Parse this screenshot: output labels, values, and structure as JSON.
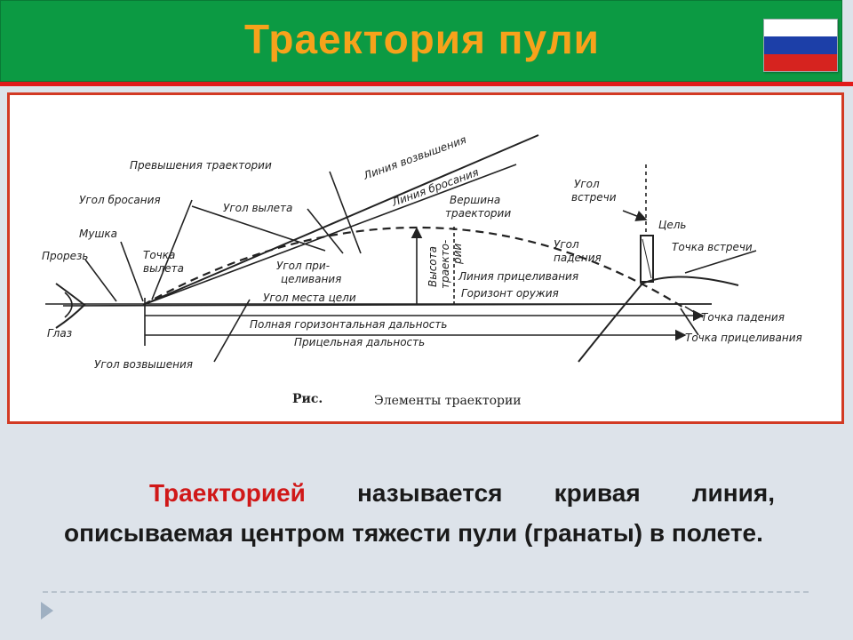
{
  "header": {
    "title": "Траектория пули",
    "flag_icon": "russian-flag-icon",
    "colors": {
      "bar": "#0c9a43",
      "title": "#f7a21b",
      "stripe": "#e21a1a"
    }
  },
  "figure": {
    "labels": {
      "line_elevation": "Линия возвышения",
      "line_throw": "Линия бросания",
      "excess": "Превышения траектории",
      "throw_angle": "Угол бросания",
      "departure_angle": "Угол вылета",
      "apex": "Вершина",
      "apex2": "траектории",
      "meet_angle": "Угол",
      "meet_angle2": "встречи",
      "target": "Цель",
      "meet_point": "Точка встречи",
      "front_sight": "Мушка",
      "slot": "Прорезь",
      "departure_point": "Точка",
      "departure_point2": "вылета",
      "aim_angle": "Угол при-",
      "aim_angle2": "целивания",
      "height": "Высота",
      "height2": "траекто-",
      "height3": "рии",
      "fall_angle": "Угол",
      "fall_angle2": "падения",
      "aim_line": "Линия прицеливания",
      "site_angle": "Угол места цели",
      "horizon": "Горизонт оружия",
      "full_range": "Полная горизонтальная дальность",
      "eye": "Глаз",
      "aim_range": "Прицельная дальность",
      "fall_point": "Точка падения",
      "aim_point": "Точка прицеливания",
      "elev_angle": "Угол возвышения"
    },
    "caption_prefix": "Рис.",
    "caption": "Элементы траектории"
  },
  "body": {
    "highlight": "Траекторией",
    "text": " называется кривая линия, описываемая центром тяжести пули (гранаты) в полете.",
    "highlight_color": "#d01818"
  },
  "footer": {
    "nav_icon": "next-arrow-icon"
  }
}
